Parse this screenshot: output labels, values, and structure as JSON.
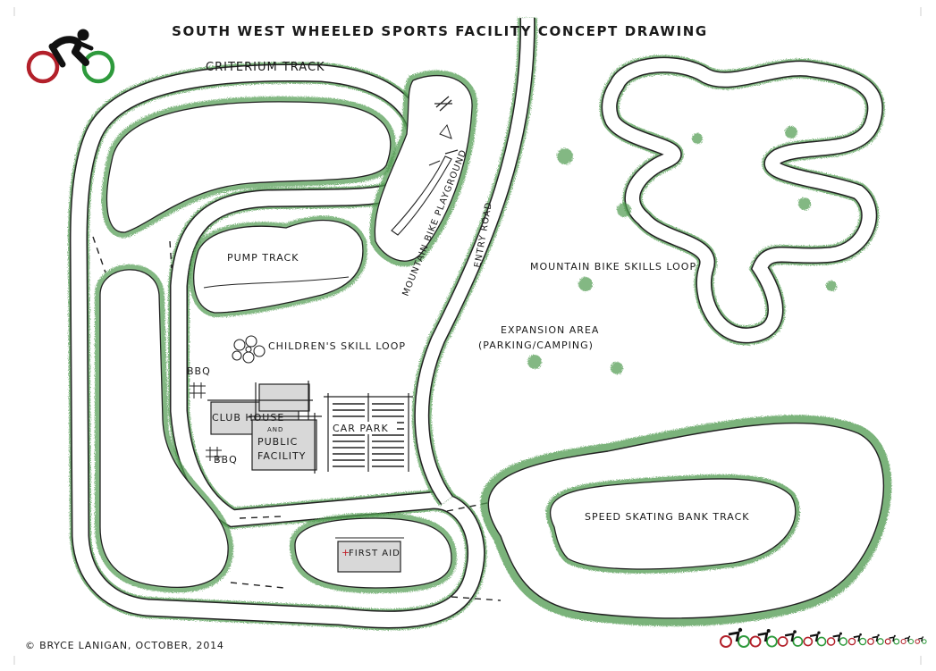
{
  "title": "SOUTH WEST WHEELED SPORTS FACILITY CONCEPT DRAWING",
  "labels": {
    "criterium_track": "CRITERIUM TRACK",
    "pump_track": "PUMP TRACK",
    "mtb_playground": "MOUNTAIN BIKE PLAYGROUND",
    "entry_road": "ENTRY ROAD",
    "mtb_skills_loop": "MOUNTAIN BIKE SKILLS LOOP",
    "childrens_skill_loop": "CHILDREN'S SKILL LOOP",
    "expansion_area": "EXPANSION AREA",
    "expansion_sub": "(PARKING/CAMPING)",
    "bbq_top": "BBQ",
    "bbq_bottom": "BBQ",
    "club_house": "CLUB HOUSE",
    "and": "AND",
    "public": "PUBLIC",
    "facility": "FACILITY",
    "car_park": "CAR PARK",
    "first_aid_mark": "+",
    "first_aid": "FIRST AID",
    "speed_skating": "SPEED SKATING BANK TRACK"
  },
  "credit": "© BRYCE LANIGAN, OCTOBER, 2014",
  "colors": {
    "grass": "#4f9a4f",
    "line": "#222222",
    "logo_red": "#b3202a",
    "logo_green": "#2e9a3c",
    "first_aid_red": "#c0202a"
  },
  "icons": {
    "logo": "cyclist-logo-icon",
    "footer": "cyclist-progression-icons"
  }
}
